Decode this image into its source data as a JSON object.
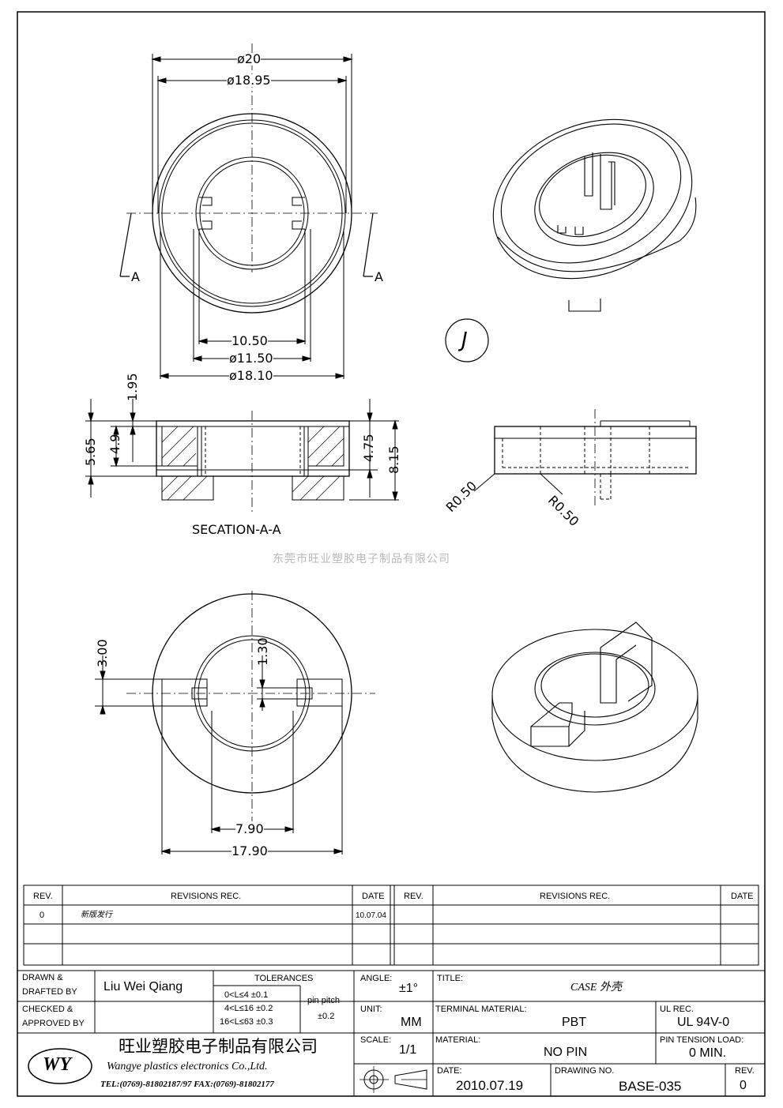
{
  "drawing": {
    "top_view_dims": {
      "d20": "ø20",
      "d1895": "ø18.95",
      "w1050": "10.50",
      "d1150": "ø11.50",
      "d1810": "ø18.10"
    },
    "section_marker": "A",
    "section_dims": {
      "h195": "1.95",
      "h565": "5.65",
      "h49": "4.9",
      "h475": "4.75",
      "h815": "8.15"
    },
    "section_caption": "SECATION-A-A",
    "side_dims": {
      "r1": "R0.50",
      "r2": "R0.50"
    },
    "bottom_view_dims": {
      "h300": "3.00",
      "h130": "1.30",
      "w790": "7.90",
      "w1790": "17.90"
    },
    "j_mark": "J",
    "watermark": "东莞市旺业塑胶电子制品有限公司"
  },
  "revisions": {
    "header": {
      "rev": "REV.",
      "rec": "REVISIONS   REC.",
      "date": "DATE"
    },
    "rows": [
      {
        "rev": "0",
        "rec": "新版发行",
        "date": "10.07.04"
      }
    ]
  },
  "title_block": {
    "drawn_label": "DRAWN &",
    "drafted_label": "DRAFTED BY",
    "drawn_by": "Liu Wei Qiang",
    "checked_label": "CHECKED &",
    "approved_label": "APPROVED BY",
    "tolerances_label": "TOLERANCES",
    "tol1": "0<L≤4    ±0.1",
    "tol2": "4<L≤16  ±0.2",
    "tol3": "16<L≤63  ±0.3",
    "pin_pitch_label": "pin pitch",
    "pin_pitch_value": "±0.2",
    "angle_label": "ANGLE:",
    "angle_value": "±1°",
    "unit_label": "UNIT:",
    "unit_value": "MM",
    "scale_label": "SCALE:",
    "scale_value": "1/1",
    "title_label": "TITLE:",
    "title_value": "CASE  外壳",
    "terminal_label": "TERMINAL MATERIAL:",
    "terminal_value": "PBT",
    "ul_label": "UL REC.",
    "ul_value": "UL 94V-0",
    "material_label": "MATERIAL:",
    "material_value": "NO PIN",
    "pin_tension_label": "PIN TENSION LOAD:",
    "pin_tension_value": "0 MIN.",
    "date_label": "DATE:",
    "date_value": "2010.07.19",
    "drawing_no_label": "DRAWING NO.",
    "drawing_no_value": "BASE-035",
    "rev_label": "REV.",
    "rev_value": "0",
    "company_cn": "旺业塑胶电子制品有限公司",
    "company_en": "Wangye plastics electronics Co.,Ltd.",
    "contact": "TEL:(0769)-81802187/97   FAX:(0769)-81802177",
    "logo_text": "WY"
  }
}
